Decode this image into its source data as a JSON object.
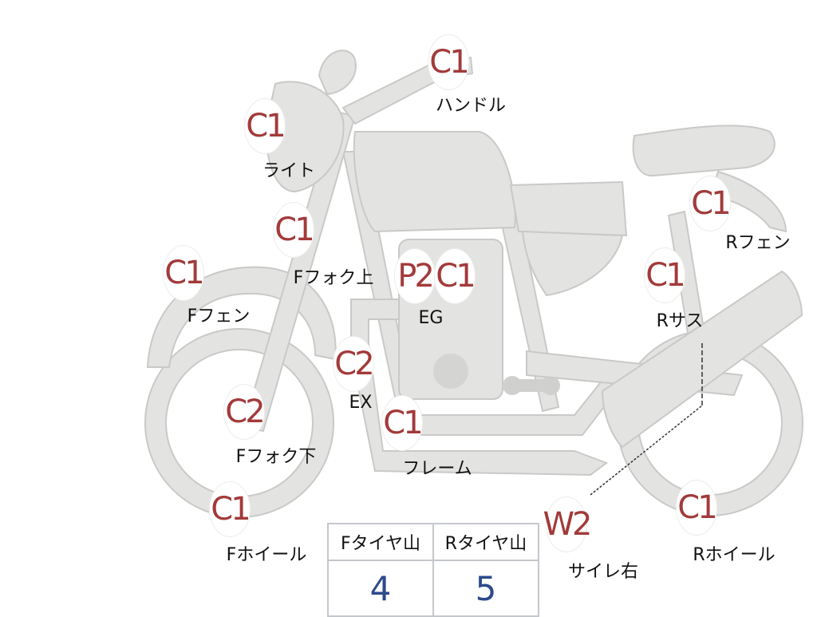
{
  "colors": {
    "badge_text": "#a23a3a",
    "table_value": "#2c4a8c",
    "bike_fill": "#e3e3e1"
  },
  "badges": [
    {
      "id": "handle",
      "grade": "C1",
      "label": "ハンドル"
    },
    {
      "id": "light",
      "grade": "C1",
      "label": "ライト"
    },
    {
      "id": "f-fork-upper",
      "grade": "C1",
      "label": "Fフォク上"
    },
    {
      "id": "f-fender",
      "grade": "C1",
      "label": "Fフェン"
    },
    {
      "id": "engine-p",
      "grade": "P2",
      "label": "EG"
    },
    {
      "id": "engine-c",
      "grade": "C1",
      "label": ""
    },
    {
      "id": "exhaust",
      "grade": "C2",
      "label": "EX"
    },
    {
      "id": "f-fork-lower",
      "grade": "C2",
      "label": "Fフォク下"
    },
    {
      "id": "frame",
      "grade": "C1",
      "label": "フレーム"
    },
    {
      "id": "f-wheel",
      "grade": "C1",
      "label": "Fホイール"
    },
    {
      "id": "r-fender",
      "grade": "C1",
      "label": "Rフェン"
    },
    {
      "id": "r-suspension",
      "grade": "C1",
      "label": "Rサス"
    },
    {
      "id": "r-wheel",
      "grade": "C1",
      "label": "Rホイール"
    },
    {
      "id": "muffler-right",
      "grade": "W2",
      "label": "サイレ右"
    }
  ],
  "tire_table": {
    "headers": [
      "Fタイヤ山",
      "Rタイヤ山"
    ],
    "values": [
      "4",
      "5"
    ]
  }
}
